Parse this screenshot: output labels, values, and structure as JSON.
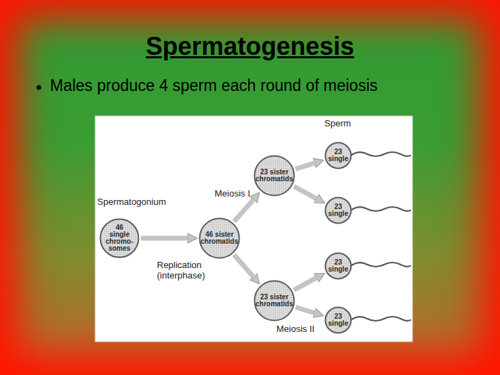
{
  "diagram": {
    "title": "Spermatogenesis",
    "nodes": [
      {
        "text": [
          "Spermatogonium",
          "46 single chromo- somes"
        ]
      },
      {
        "text": [
          "46 sister chromatids"
        ]
      },
      {
        "text": [
          "23 sister chromatids"
        ]
      },
      {
        "text": [
          "23 sister chromatids"
        ]
      },
      {
        "text": [
          "23 single"
        ]
      },
      {
        "text": [
          "23 single"
        ]
      },
      {
        "text": [
          "23 single"
        ]
      },
      {
        "text": [
          "23 single"
        ]
      }
    ],
    "edges": [
      {
        "from": 0,
        "to": 1,
        "arrow": "to",
        "label": "Replication (interphase)"
      },
      {
        "from": 1,
        "to": 2,
        "arrow": "to",
        "label": "Meiosis I"
      },
      {
        "from": 1,
        "to": 3,
        "arrow": "to"
      },
      {
        "from": 2,
        "to": 4,
        "arrow": "to"
      },
      {
        "from": 2,
        "to": 5,
        "arrow": "to"
      },
      {
        "from": 3,
        "to": 6,
        "arrow": "to"
      },
      {
        "from": 3,
        "to": 7,
        "arrow": "to"
      }
    ],
    "labels": [
      "Males produce 4 sperm each round of meiosis",
      "Sperm",
      "Meiosis II"
    ]
  }
}
